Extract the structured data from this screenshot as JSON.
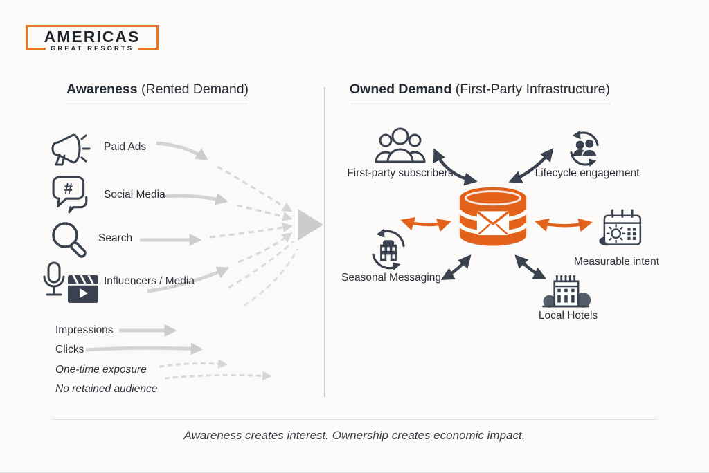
{
  "logo": {
    "line1": "AMERICAS",
    "line2": "GREAT RESORTS"
  },
  "left": {
    "title_bold": "Awareness",
    "title_rest": " (Rented Demand)",
    "channels": [
      {
        "label": "Paid Ads",
        "icon": "megaphone"
      },
      {
        "label": "Social Media",
        "icon": "hashtag-speech-bubble"
      },
      {
        "label": "Search",
        "icon": "magnifier"
      },
      {
        "label": "Influencers / Media",
        "icon": "microphone-clapperboard"
      }
    ],
    "metrics": [
      {
        "label": "Impressions",
        "arrow": "solid"
      },
      {
        "label": "Clicks",
        "arrow": "solid"
      },
      {
        "label": "One-time exposure",
        "arrow": "dashed"
      },
      {
        "label": "No retained audience",
        "arrow": "dashed"
      }
    ]
  },
  "right": {
    "title_bold": "Owned Demand",
    "title_rest": " (First-Party Infrastructure)",
    "hub": {
      "icon": "email-database-cylinder"
    },
    "nodes": {
      "subscribers": {
        "label": "First-party subscribers",
        "icon": "people-group"
      },
      "lifecycle": {
        "label": "Lifecycle engagement",
        "icon": "people-refresh-cycle"
      },
      "seasonal": {
        "label": "Seasonal Messaging",
        "icon": "building-refresh-cycle"
      },
      "intent": {
        "label": "Measurable intent",
        "icon": "calendar-sun"
      },
      "hotels": {
        "label": "Local Hotels",
        "icon": "hotel-building"
      }
    }
  },
  "footer": {
    "caption": "Awareness creates interest. Ownership creates economic impact."
  },
  "icons": {
    "social_glyph": "#"
  },
  "colors": {
    "orange": "#E2621B",
    "dark": "#39424E",
    "gray_arrow": "#D4D4D4"
  }
}
